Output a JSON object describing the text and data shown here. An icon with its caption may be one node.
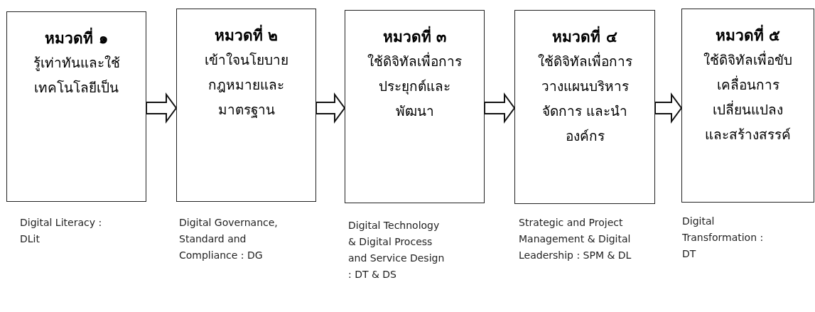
{
  "diagram": {
    "nodes": [
      {
        "text": [
          "หมวดที่ ๑",
          "รู้เท่าทันและใช้เทคโนโลยีเป็น"
        ],
        "beside": [
          "Digital Literacy : DLit"
        ]
      },
      {
        "text": [
          "หมวดที่ ๒",
          "เข้าใจนโยบายกฎหมายและมาตรฐาน"
        ],
        "beside": [
          "Digital Governance, Standard and Compliance : DG"
        ]
      },
      {
        "text": [
          "หมวดที่ ๓",
          "ใช้ดิจิทัลเพื่อการประยุกต์และพัฒนา"
        ],
        "beside": [
          "Digital Technology & Digital Process and Service Design : DT & DS"
        ]
      },
      {
        "text": [
          "หมวดที่ ๔",
          "ใช้ดิจิทัลเพื่อการวางแผนบริหารจัดการ และนำองค์กร"
        ],
        "beside": [
          "Strategic and Project Management & Digital Leadership : SPM & DL"
        ]
      },
      {
        "text": [
          "หมวดที่ ๕",
          "ใช้ดิจิทัลเพื่อขับเคลื่อนการเปลี่ยนแปลงและสร้างสรรค์"
        ],
        "beside": [
          "Digital Transformation : DT"
        ]
      }
    ],
    "edges": [
      {
        "from": 0,
        "to": 1,
        "arrow": "to"
      },
      {
        "from": 1,
        "to": 2,
        "arrow": "to"
      },
      {
        "from": 2,
        "to": 3,
        "arrow": "to"
      },
      {
        "from": 3,
        "to": 4,
        "arrow": "to"
      }
    ]
  }
}
